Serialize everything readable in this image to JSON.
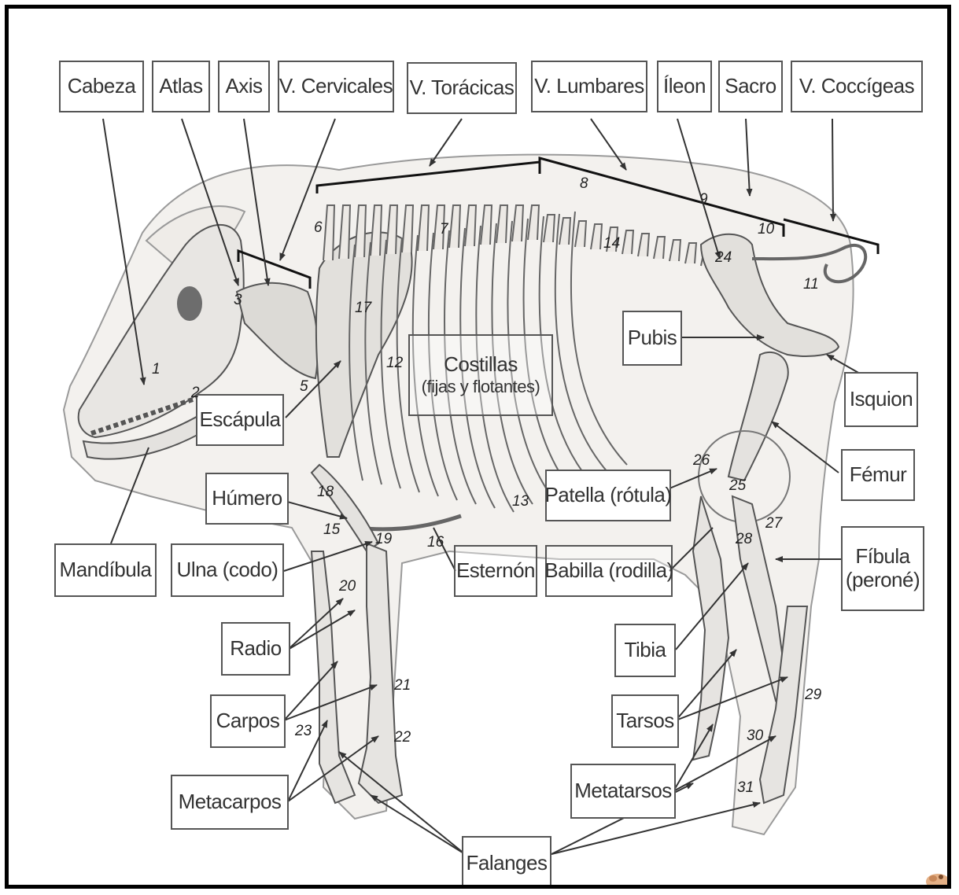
{
  "labels": {
    "cabeza": "Cabeza",
    "atlas": "Atlas",
    "axis": "Axis",
    "v_cervicales": "V. Cervicales",
    "v_toracicas": "V. Torácicas",
    "v_lumbares": "V. Lumbares",
    "ileon": "Íleon",
    "sacro": "Sacro",
    "v_coccigeas": "V. Coccígeas",
    "pubis": "Pubis",
    "costillas_line1": "Costillas",
    "costillas_line2": "(fijas y flotantes)",
    "escapula": "Escápula",
    "isquion": "Isquion",
    "femur": "Fémur",
    "humero": "Húmero",
    "patella": "Patella (rótula)",
    "mandibula": "Mandíbula",
    "ulna": "Ulna (codo)",
    "esternon": "Esternón",
    "babilla": "Babilla (rodilla)",
    "fibula_line1": "Fíbula",
    "fibula_line2": "(peroné)",
    "radio": "Radio",
    "tibia": "Tibia",
    "carpos": "Carpos",
    "tarsos": "Tarsos",
    "metacarpos": "Metacarpos",
    "metatarsos": "Metatarsos",
    "falanges": "Falanges"
  },
  "numbers": [
    "1",
    "2",
    "3",
    "5",
    "6",
    "7",
    "8",
    "9",
    "10",
    "11",
    "12",
    "13",
    "14",
    "15",
    "16",
    "17",
    "18",
    "19",
    "20",
    "21",
    "22",
    "23",
    "24",
    "25",
    "26",
    "27",
    "28",
    "29",
    "30",
    "31"
  ],
  "colors": {
    "bone": "#ebe9e6",
    "bone_stroke": "#555555",
    "skin": "#f3f1ee",
    "label_border": "#555555",
    "frame": "#000000"
  },
  "icons": {
    "corner": "cartoon-pig-icon"
  }
}
